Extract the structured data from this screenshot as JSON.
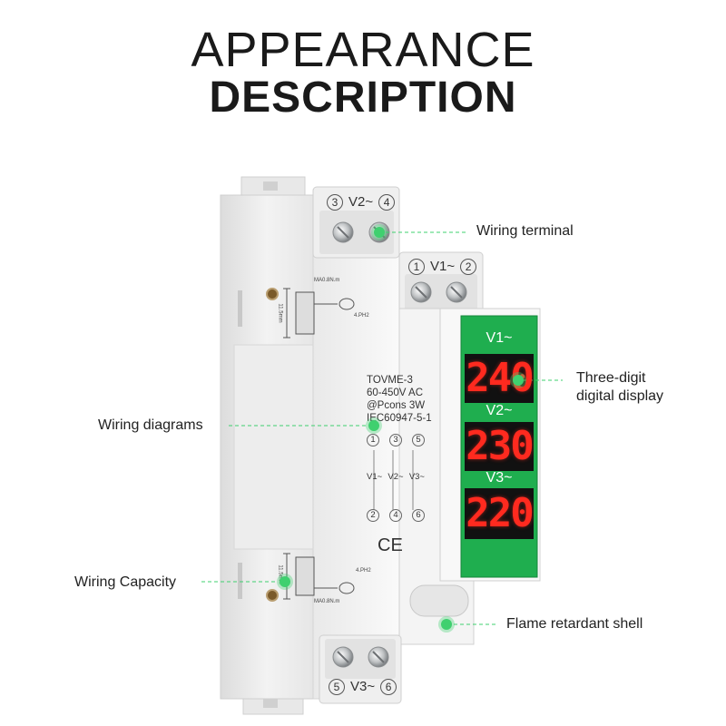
{
  "title": {
    "line1": "APPEARANCE",
    "line2": "DESCRIPTION"
  },
  "callouts": {
    "wiring_terminal": "Wiring terminal",
    "three_digit_line1": "Three-digit",
    "three_digit_line2": "digital display",
    "wiring_diagrams": "Wiring diagrams",
    "wiring_capacity": "Wiring Capacity",
    "flame_shell": "Flame retardant shell"
  },
  "device": {
    "model": "TOVME-3",
    "voltage_range": "60-450V AC",
    "power": "@Pcons 3W",
    "standard": "IEC60947-5-1",
    "ce_mark": "CE",
    "terminals": {
      "top_upper": {
        "left": "3",
        "label": "V2~",
        "right": "4"
      },
      "top_lower": {
        "left": "1",
        "label": "V1~",
        "right": "2"
      },
      "bottom": {
        "left": "5",
        "label": "V3~",
        "right": "6"
      }
    },
    "wiring_columns": [
      {
        "top": "1",
        "label": "V1~",
        "bottom": "2"
      },
      {
        "top": "3",
        "label": "V2~",
        "bottom": "4"
      },
      {
        "top": "5",
        "label": "V3~",
        "bottom": "6"
      }
    ],
    "torque_label": "MA0.8N.m",
    "screw_label": "4.PH2",
    "strip_length": "11.5mm"
  },
  "display": {
    "rows": [
      {
        "label": "V1~",
        "value": "240"
      },
      {
        "label": "V2~",
        "value": "230"
      },
      {
        "label": "V3~",
        "value": "220"
      }
    ],
    "colors": {
      "green": "#1fae4f",
      "digit": "#ff2a1f",
      "accent": "#3fd06f"
    }
  }
}
